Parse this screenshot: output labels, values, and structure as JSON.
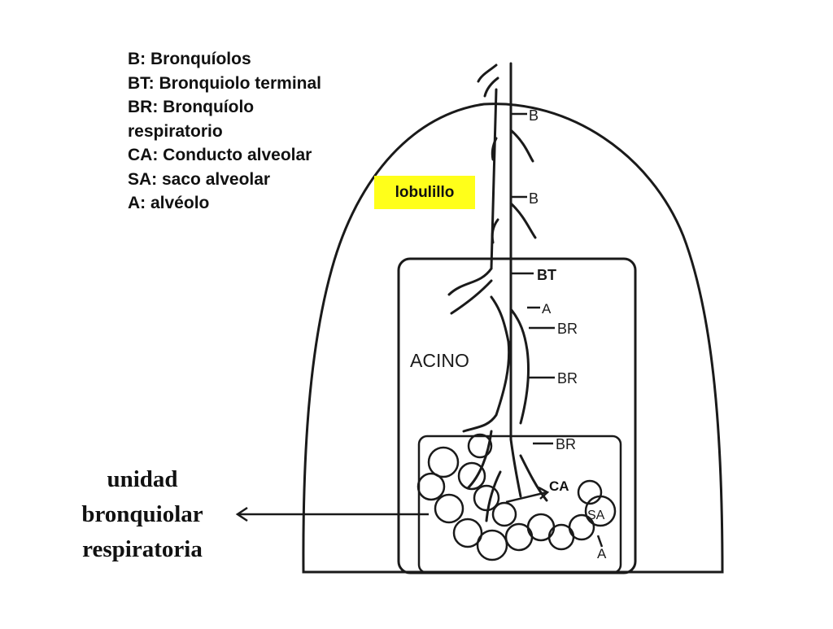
{
  "legend": {
    "b": "B: Bronquíolos",
    "bt": "BT: Bronquiolo terminal",
    "br_line1": "BR: Bronquíolo",
    "br_line2": "respiratorio",
    "ca": "CA: Conducto alveolar",
    "sa": "SA: saco alveolar",
    "a": "A: alvéolo"
  },
  "highlight": {
    "label": "lobulillo",
    "color": "#ffff1a"
  },
  "unit_label": {
    "line1": "unidad",
    "line2": "bronquiolar",
    "line3": "respiratoria"
  },
  "ca_callout": "CA",
  "figure": {
    "acino": "ACINO",
    "labels": {
      "b_upper": "B",
      "b_lower": "B",
      "bt": "BT",
      "a_1": "A",
      "br_1": "BR",
      "br_2": "BR",
      "br_3": "BR",
      "sa": "SA",
      "a_2": "A"
    }
  }
}
